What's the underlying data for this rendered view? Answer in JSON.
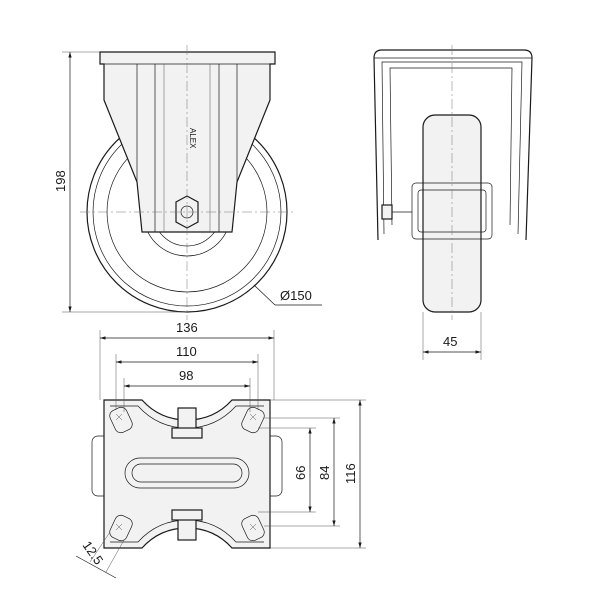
{
  "dimensions": {
    "height_overall": "198",
    "wheel_diameter": "Ø150",
    "plate_width": "136",
    "hole_spacing_outer": "110",
    "hole_spacing_inner": "98",
    "wheel_width": "45",
    "hole_spacing_short": "66",
    "hole_spacing_long": "84",
    "plate_length": "116",
    "slot_width": "12.5"
  },
  "logo_text": "ALEX",
  "colors": {
    "line": "#1a1a1a",
    "centerline": "#777777",
    "background": "#ffffff"
  }
}
